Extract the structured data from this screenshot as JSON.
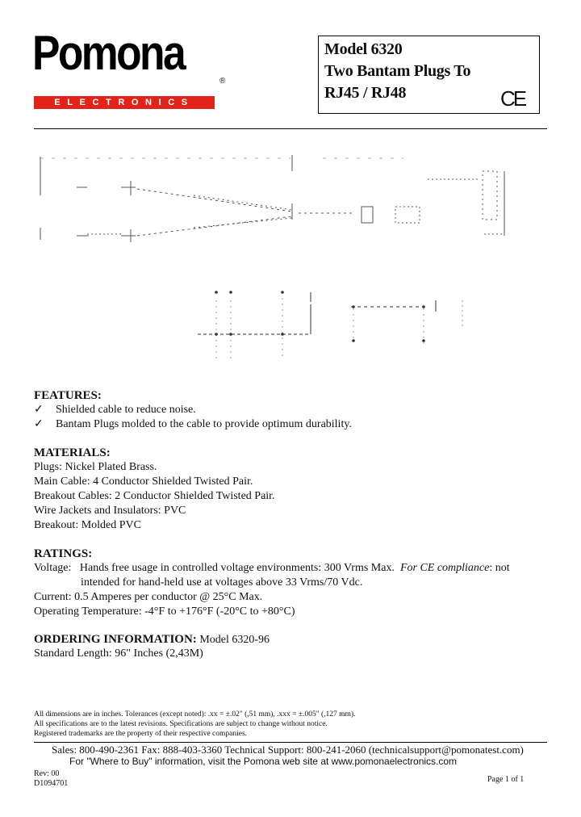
{
  "logo": {
    "word": "Pomona",
    "registered": "®",
    "tagline": "ELECTRONICS",
    "bar_color": "#e2231a"
  },
  "title": {
    "line1": "Model 6320",
    "line2": "Two Bantam Plugs To",
    "line3": "RJ45 / RJ48",
    "ce_mark": "CE"
  },
  "features": {
    "heading": "FEATURES:",
    "check": "✓",
    "items": [
      "Shielded cable to reduce noise.",
      "Bantam Plugs molded to the cable to provide optimum durability."
    ]
  },
  "materials": {
    "heading": "MATERIALS:",
    "items": [
      "Plugs: Nickel Plated Brass.",
      "Main Cable: 4 Conductor Shielded Twisted Pair.",
      "Breakout Cables: 2 Conductor Shielded Twisted Pair.",
      "Wire Jackets and Insulators: PVC",
      "Breakout: Molded PVC"
    ]
  },
  "ratings": {
    "heading": "RATINGS:",
    "voltage_prefix": "Voltage:",
    "voltage_text": "Hands free usage in controlled voltage environments: 300 Vrms Max.",
    "voltage_ce_label": "For CE compliance",
    "voltage_ce_text": ": not",
    "voltage_line2": "intended for hand-held use at voltages above 33 Vrms/70 Vdc.",
    "current": "Current: 0.5 Amperes per conductor @ 25°C Max.",
    "temperature": "Operating Temperature: -4°F to +176°F (-20°C to +80°C)"
  },
  "ordering": {
    "heading": "ORDERING INFORMATION:",
    "model": " Model 6320-96",
    "length": "Standard Length: 96\" Inches (2,43M)"
  },
  "notes": [
    "All dimensions are in inches. Tolerances (except noted): .xx = ±.02\" (,51 mm), .xxx = ±.005\" (,127 mm).",
    "All specifications are to the latest revisions. Specifications are subject to change without notice.",
    "Registered trademarks are the property of their respective companies."
  ],
  "contact": {
    "line": "Sales: 800-490-2361   Fax: 888-403-3360   Technical Support: 800-241-2060 (technicalsupport@pomonatest.com)",
    "where_to_buy": "For \"Where to Buy\" information, visit the Pomona web site at www.pomonaelectronics.com"
  },
  "revision": {
    "rev": "Rev: 00",
    "doc_id": "D1094701",
    "page": "Page 1 of 1"
  }
}
